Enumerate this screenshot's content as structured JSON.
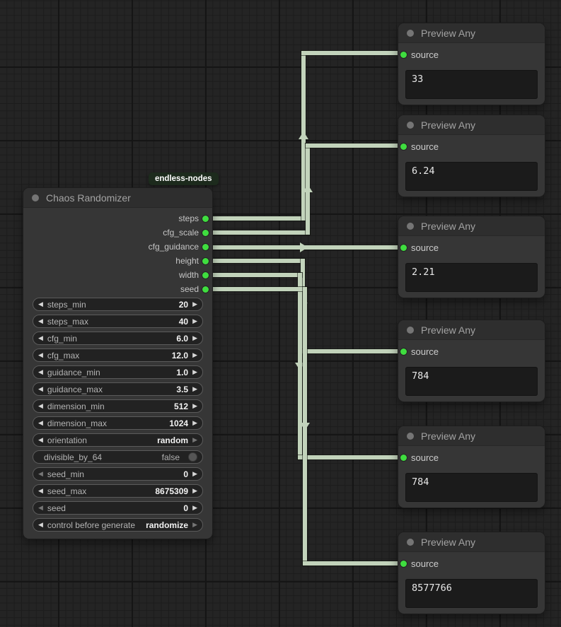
{
  "tag": {
    "label": "endless-nodes",
    "bg": "#1d2b1d"
  },
  "colors": {
    "canvas_bg": "#242424",
    "node_body": "#363636",
    "node_title": "#2e2e2e",
    "wire": "#c2d3bb",
    "slot_green": "#3fdd3f",
    "value_box_bg": "#1b1b1b"
  },
  "chaos": {
    "title": "Chaos Randomizer",
    "outputs": [
      {
        "name": "steps"
      },
      {
        "name": "cfg_scale"
      },
      {
        "name": "cfg_guidance"
      },
      {
        "name": "height"
      },
      {
        "name": "width"
      },
      {
        "name": "seed"
      }
    ],
    "widgets": [
      {
        "label": "steps_min",
        "value": "20",
        "type": "number"
      },
      {
        "label": "steps_max",
        "value": "40",
        "type": "number"
      },
      {
        "label": "cfg_min",
        "value": "6.0",
        "type": "number"
      },
      {
        "label": "cfg_max",
        "value": "12.0",
        "type": "number"
      },
      {
        "label": "guidance_min",
        "value": "1.0",
        "type": "number"
      },
      {
        "label": "guidance_max",
        "value": "3.5",
        "type": "number"
      },
      {
        "label": "dimension_min",
        "value": "512",
        "type": "number"
      },
      {
        "label": "dimension_max",
        "value": "1024",
        "type": "number"
      },
      {
        "label": "orientation",
        "value": "random",
        "type": "combo"
      },
      {
        "label": "divisible_by_64",
        "value": "false",
        "type": "toggle"
      },
      {
        "label": "seed_min",
        "value": "0",
        "type": "number"
      },
      {
        "label": "seed_max",
        "value": "8675309",
        "type": "number"
      },
      {
        "label": "seed",
        "value": "0",
        "type": "number"
      },
      {
        "label": "control before generate",
        "value": "randomize",
        "type": "combo"
      }
    ]
  },
  "previews": [
    {
      "title": "Preview Any",
      "input_label": "source",
      "value": "33"
    },
    {
      "title": "Preview Any",
      "input_label": "source",
      "value": "6.24"
    },
    {
      "title": "Preview Any",
      "input_label": "source",
      "value": "2.21"
    },
    {
      "title": "Preview Any",
      "input_label": "source",
      "value": "784"
    },
    {
      "title": "Preview Any",
      "input_label": "source",
      "value": "784"
    },
    {
      "title": "Preview Any",
      "input_label": "source",
      "value": "8577766"
    }
  ]
}
